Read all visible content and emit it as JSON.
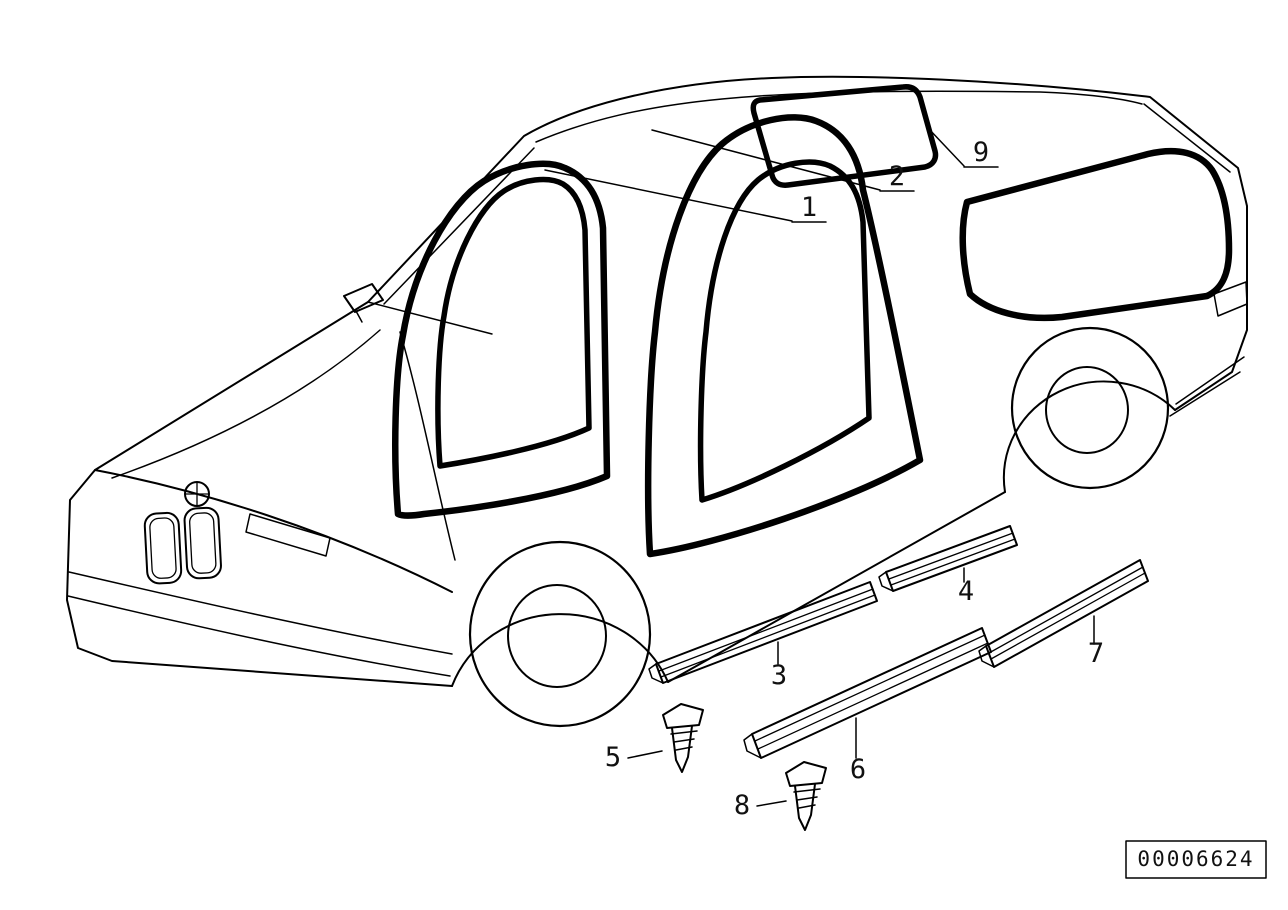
{
  "colors": {
    "line": "#000000",
    "text": "#111111",
    "background": "#ffffff"
  },
  "callouts": [
    {
      "label": "1"
    },
    {
      "label": "2"
    },
    {
      "label": "3"
    },
    {
      "label": "4"
    },
    {
      "label": "5"
    },
    {
      "label": "6"
    },
    {
      "label": "7"
    },
    {
      "label": "8"
    },
    {
      "label": "9"
    }
  ],
  "footer": {
    "diagram_number": "00006624"
  }
}
